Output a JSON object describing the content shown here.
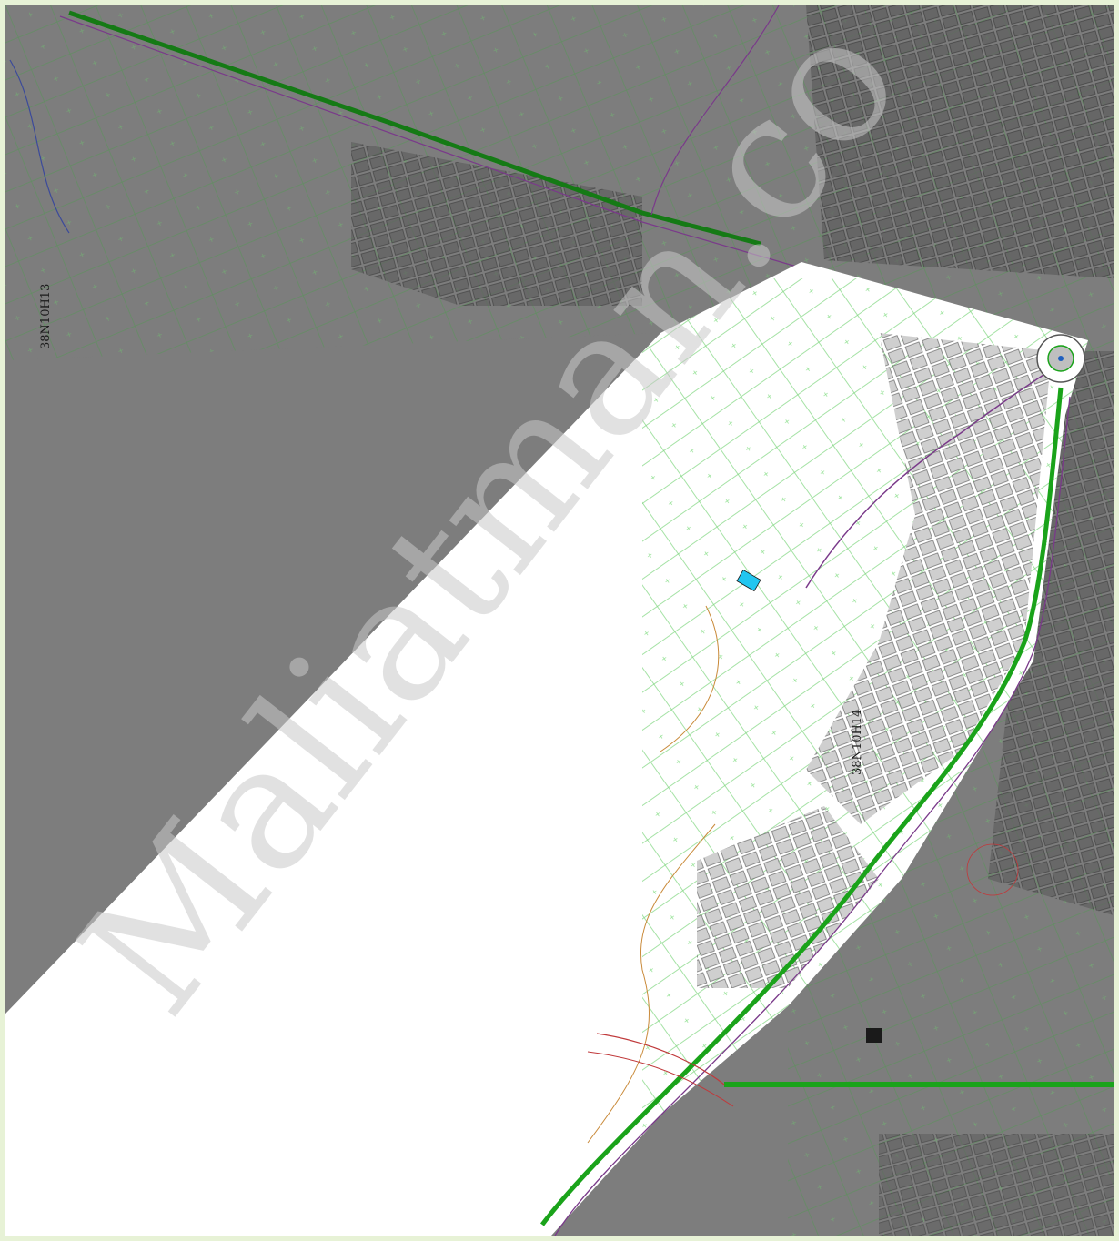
{
  "map": {
    "sheet_labels": [
      "38N10H13",
      "38N10H14"
    ],
    "watermark": "Maliatman.co",
    "colors": {
      "masked_area": "#7d7d7d",
      "highlight_area": "#ffffff",
      "highway": "#1aa31a",
      "parcel_line": "#57c657",
      "road_line": "#7a3a8a",
      "contour": "#c98a3a",
      "building": "#a9a9a9",
      "water_feature": "#21c6f0"
    },
    "icons": [
      "roundabout-icon",
      "pool-icon",
      "building-icon"
    ]
  }
}
